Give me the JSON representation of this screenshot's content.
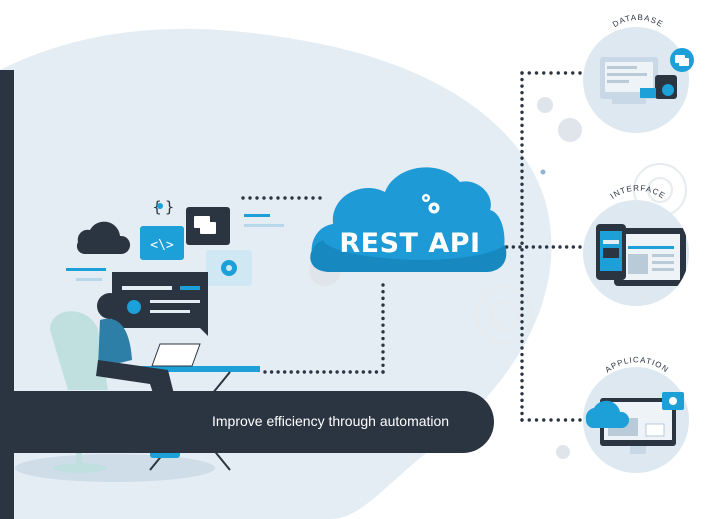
{
  "diagram": {
    "center_label": "REST API",
    "banner_text": "Improve efficiency through automation",
    "nodes": [
      {
        "id": "database",
        "label": "DATABASE"
      },
      {
        "id": "interface",
        "label": "INTERFACE"
      },
      {
        "id": "application",
        "label": "APPLICATION"
      }
    ]
  },
  "colors": {
    "background_blob": "#e4edf3",
    "circle": "#dde8f0",
    "accent_blue": "#1d9fd8",
    "dark_navy": "#2b3542",
    "cloud_blue": "#1e9ad6",
    "gear_gray": "#dfe5ea"
  },
  "icons": [
    "cloud-icon",
    "gear-icon",
    "chat-icon",
    "code-icon",
    "database-icon",
    "tablet-icon",
    "browser-icon",
    "person-icon"
  ]
}
